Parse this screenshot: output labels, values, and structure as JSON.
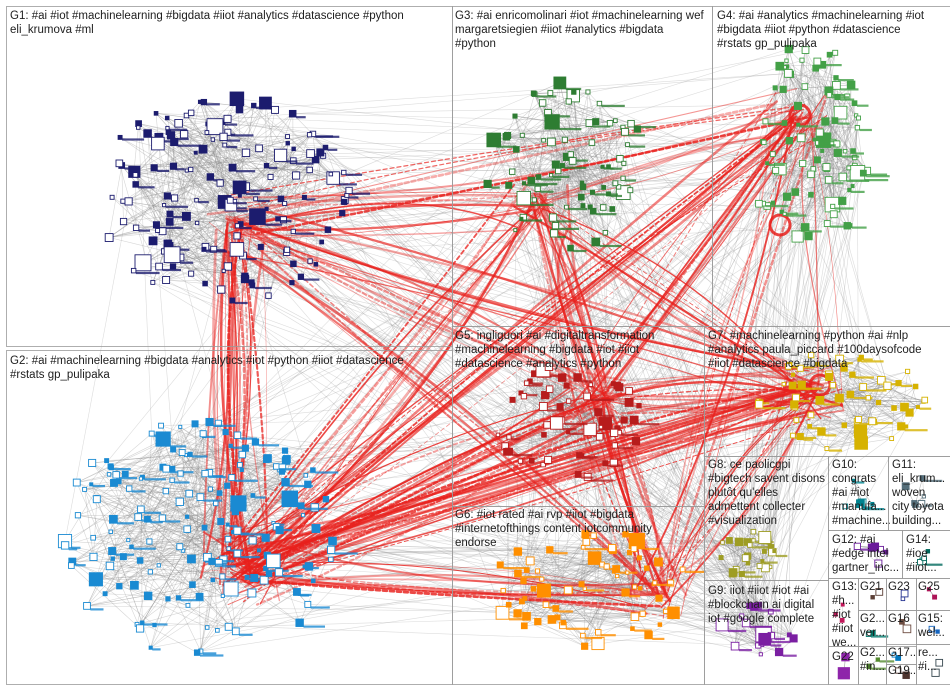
{
  "palette": {
    "edge_intra": "#8a8a8a",
    "edge_inter": "#e8201c",
    "frame": "#9a9a9a",
    "groups": [
      "#1c1c6e",
      "#1a8ad2",
      "#2e7d32",
      "#43a047",
      "#b71c1c",
      "#ff8f00",
      "#d6b200",
      "#9e9d24",
      "#7b1fa2",
      "#00838f",
      "#546e7a",
      "#6a1b9a",
      "#00695c",
      "#c2185b",
      "#5d4037",
      "#283593",
      "#ad1457",
      "#00796b",
      "#6d4c41",
      "#1565c0",
      "#8e24aa",
      "#558b2f",
      "#0277bd",
      "#4e342e",
      "#37474f"
    ]
  },
  "groups": [
    {
      "id": "G1",
      "label": "G1: #ai #iot #machinelearning #bigdata #iiot #analytics #datascience #python\neli_krumova #ml"
    },
    {
      "id": "G2",
      "label": "G2: #ai #machinelearning #bigdata #analytics #iot #python #iiot #datascience\n#rstats gp_pulipaka"
    },
    {
      "id": "G3",
      "label": "G3: #ai enricomolinari #iot #machinelearning wef\nmargaretsiegien #iiot #analytics #bigdata\n#python"
    },
    {
      "id": "G4",
      "label": "G4: #ai #analytics #machinelearning #iot\n#bigdata #iiot #python #datascience\n#rstats gp_pulipaka"
    },
    {
      "id": "G5",
      "label": "G5: ingliguori #ai #digitaltransformation\n#machinelearning #bigdata #iot #iiot\n#datascience #analytics #python"
    },
    {
      "id": "G6",
      "label": "G6: #iot rated #ai rvp #iiot #bigdata\n#internetofthings content iotcommunity\nendorse"
    },
    {
      "id": "G7",
      "label": "G7: #machinelearning #python #ai #nlp\n#analytics paula_piccard #100daysofcode\n#iiot #datascience #bigdata"
    },
    {
      "id": "G8",
      "label": "G8: ce paolicgpi\n#bigtech savent disons\nplutôt qu'elles\nadmettent collecter\n#visualization"
    },
    {
      "id": "G9",
      "label": "G9: iiot #iiot #iot #ai\n#blockchain ai digital\niot #google complete"
    },
    {
      "id": "G10",
      "label": "G10:\ncongrats\n#ai #iot\n#manufa...\n#machine..."
    },
    {
      "id": "G11",
      "label": "G11:\neli_krum...\nwoven\ncity toyota\nbuilding..."
    },
    {
      "id": "G12",
      "label": "G12: #ai\n#edge intel\ngartner_inc..."
    },
    {
      "id": "G14",
      "label": "G14:\n#ioe\n#iiot..."
    },
    {
      "id": "G13",
      "label": "G13:\n#h...\n#iot\n#iiot\nwe..."
    },
    {
      "id": "G21",
      "label": "G21"
    },
    {
      "id": "G23",
      "label": "G23"
    },
    {
      "id": "G25",
      "label": "G25"
    },
    {
      "id": "G20",
      "label": "G2...\nver..."
    },
    {
      "id": "G16",
      "label": "G16"
    },
    {
      "id": "G15",
      "label": "G15:\nwel..."
    },
    {
      "id": "G22",
      "label": "G22"
    },
    {
      "id": "G24",
      "label": "G2...\n#in..."
    },
    {
      "id": "G17",
      "label": "G17..."
    },
    {
      "id": "G19",
      "label": "G19..."
    },
    {
      "id": "G18",
      "label": "re...\n#i..."
    }
  ]
}
